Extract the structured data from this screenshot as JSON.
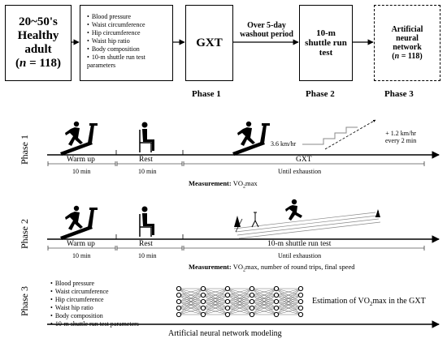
{
  "top": {
    "subjects": {
      "line1": "20~50's",
      "line2": "Healthy",
      "line3": "adult",
      "n_prefix": "(",
      "n_sym": "n",
      "n_suffix": " = 118)"
    },
    "variables": [
      "Blood pressure",
      "Waist circumference",
      "Hip circumference",
      "Waist hip ratio",
      "Body composition",
      "10-m shuttle run test parameters"
    ],
    "gxt": "GXT",
    "washout": {
      "line1": "Over 5-day",
      "line2": "washout period"
    },
    "shuttle": {
      "line1": "10-m",
      "line2": "shuttle run",
      "line3": "test"
    },
    "ann": {
      "line1": "Artificial",
      "line2": "neural",
      "line3": "network",
      "n_prefix": "(",
      "n_sym": "n",
      "n_suffix": " = 118)"
    },
    "phases": [
      "Phase 1",
      "Phase 2",
      "Phase 3"
    ]
  },
  "phase1": {
    "side": "Phase 1",
    "segments": [
      "Warm up",
      "Rest",
      "GXT"
    ],
    "durations": [
      "10 min",
      "10 min",
      "Until exhaustion"
    ],
    "start_speed": "3.6 km/hr",
    "increment": {
      "line1": "+ 1.2 km/hr",
      "line2": "every 2 min"
    },
    "measurement": {
      "label": "Measurement:",
      "text_pre": " VO",
      "sub": "2",
      "text_post": "max"
    }
  },
  "phase2": {
    "side": "Phase 2",
    "segments": [
      "Warm up",
      "Rest",
      "10-m shuttle run test"
    ],
    "durations": [
      "10 min",
      "10 min",
      "Until exhaustion"
    ],
    "measurement": {
      "label": "Measurement:",
      "text_pre": " VO",
      "sub": "2",
      "text_post": "max, number of round trips, final speed"
    }
  },
  "phase3": {
    "side": "Phase 3",
    "variables": [
      "Blood pressure",
      "Waist circumference",
      "Hip circumference",
      "Waist hip ratio",
      "Body composition",
      "10-m shuttle run test parameters"
    ],
    "estimation": {
      "pre": "Estimation of VO",
      "sub": "2",
      "post": "max in the GXT"
    },
    "modeling": "Artificial neural network modeling"
  },
  "colors": {
    "ink": "#000000",
    "step": "#888888",
    "bg": "#ffffff"
  },
  "icons": [
    "runner-icon",
    "treadmill-icon",
    "chair-icon",
    "person-sitting-icon",
    "cone-icon",
    "neural-network-icon"
  ]
}
